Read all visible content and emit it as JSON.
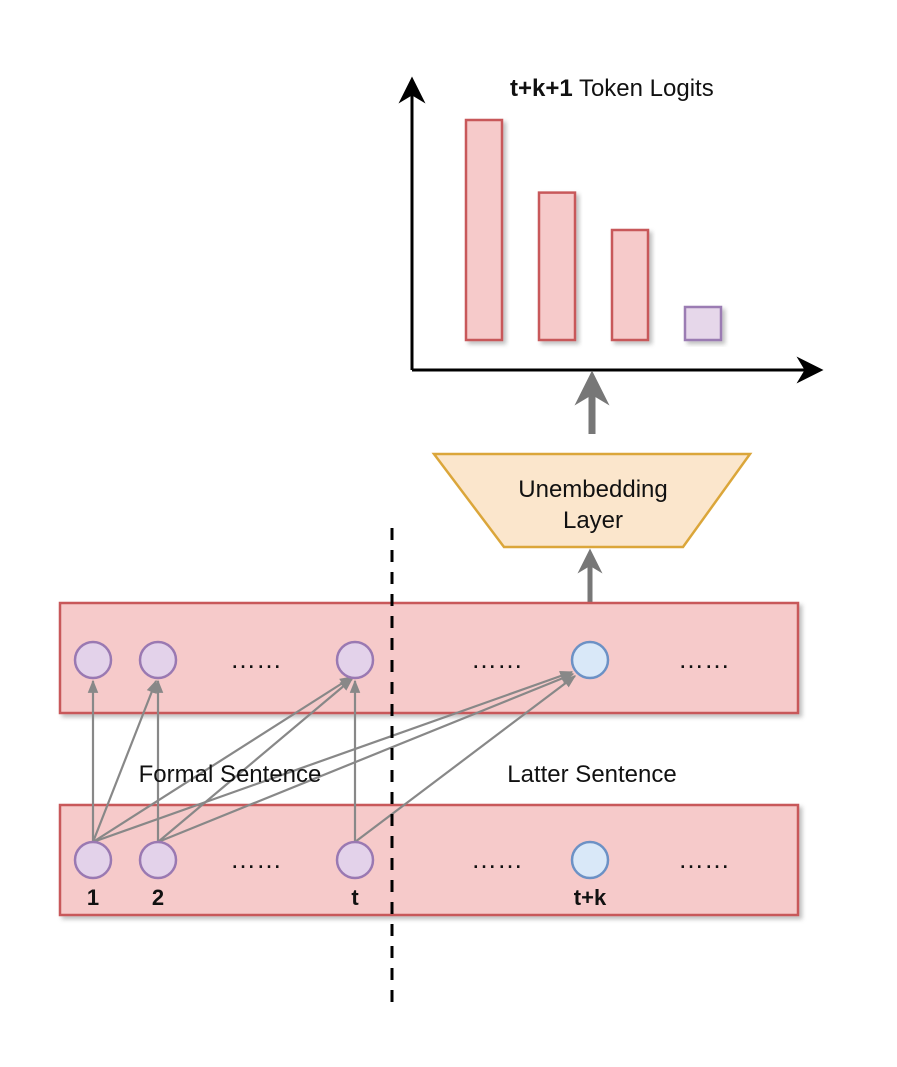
{
  "chart": {
    "title_bold": "t+k+1",
    "title_rest": " Token Logits",
    "bars": [
      {
        "value": 1.0,
        "color": "#f6caca",
        "stroke": "#c8595a"
      },
      {
        "value": 0.67,
        "color": "#f6caca",
        "stroke": "#c8595a"
      },
      {
        "value": 0.5,
        "color": "#f6caca",
        "stroke": "#c8595a"
      },
      {
        "value": 0.15,
        "color": "#e6d7ea",
        "stroke": "#9b7bb3"
      }
    ]
  },
  "unembedding": {
    "line1": "Unembedding",
    "line2": "Layer"
  },
  "layers": {
    "top": {
      "dots_1": "……",
      "dots_2": "……",
      "dots_3": "……"
    },
    "bottom": {
      "dots_1": "……",
      "dots_2": "……",
      "dots_3": "……",
      "token_1": "1",
      "token_2": "2",
      "token_t": "t",
      "token_tk": "t+k"
    }
  },
  "captions": {
    "formal": "Formal Sentence",
    "latter": "Latter Sentence"
  },
  "colors": {
    "band_fill": "#f6caca",
    "band_stroke": "#c8595a",
    "purple_node": "#e3d2ea",
    "purple_stroke": "#9a79b2",
    "blue_node": "#d9e8f8",
    "blue_stroke": "#6c91c5",
    "trap_fill": "#fbe6cc",
    "trap_stroke": "#dba63a",
    "edge": "#888888"
  }
}
